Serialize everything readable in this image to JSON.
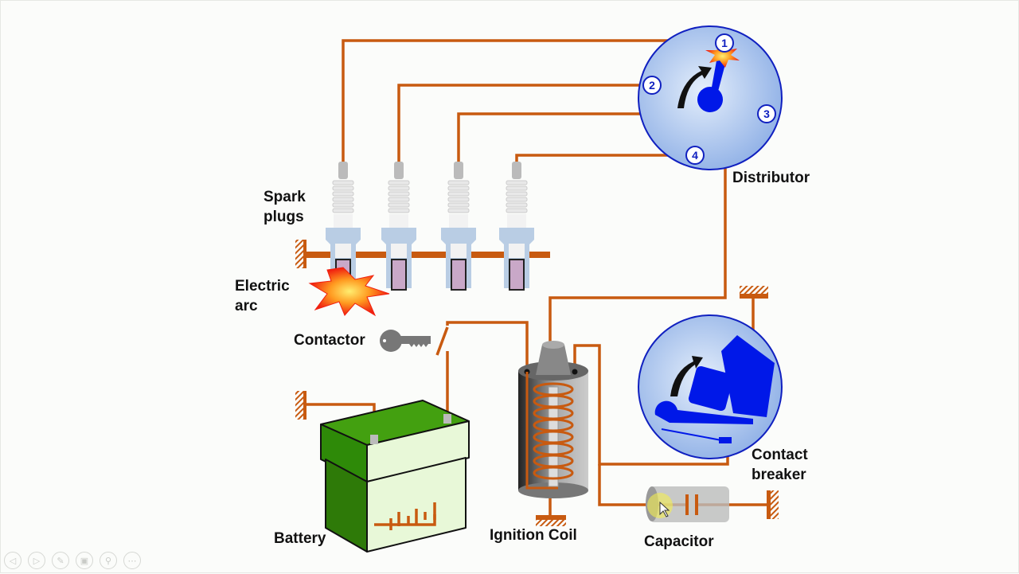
{
  "diagram": {
    "title": "Ignition system",
    "labels": {
      "spark_plugs": "Spark\nplugs",
      "distributor": "Distributor",
      "electric_arc": "Electric\narc",
      "contactor": "Contactor",
      "battery": "Battery",
      "ignition_coil": "Ignition Coil",
      "contact_breaker": "Contact\nbreaker",
      "capacitor": "Capacitor"
    },
    "distributor_terminals": [
      "1",
      "2",
      "3",
      "4"
    ],
    "colors": {
      "wire": "#c85a10",
      "rotor": "#0018e8",
      "disc": "#a9c4ec",
      "battery_top": "#43a010",
      "battery_body": "#e8f8d8",
      "spark": "#f02010"
    }
  },
  "controls": {
    "items": [
      {
        "name": "previous-slide-button",
        "glyph": "◁"
      },
      {
        "name": "next-slide-button",
        "glyph": "▷"
      },
      {
        "name": "pen-tool-button",
        "glyph": "✎"
      },
      {
        "name": "slides-overview-button",
        "glyph": "▣"
      },
      {
        "name": "zoom-button",
        "glyph": "⚲"
      },
      {
        "name": "more-options-button",
        "glyph": "⋯"
      }
    ]
  }
}
